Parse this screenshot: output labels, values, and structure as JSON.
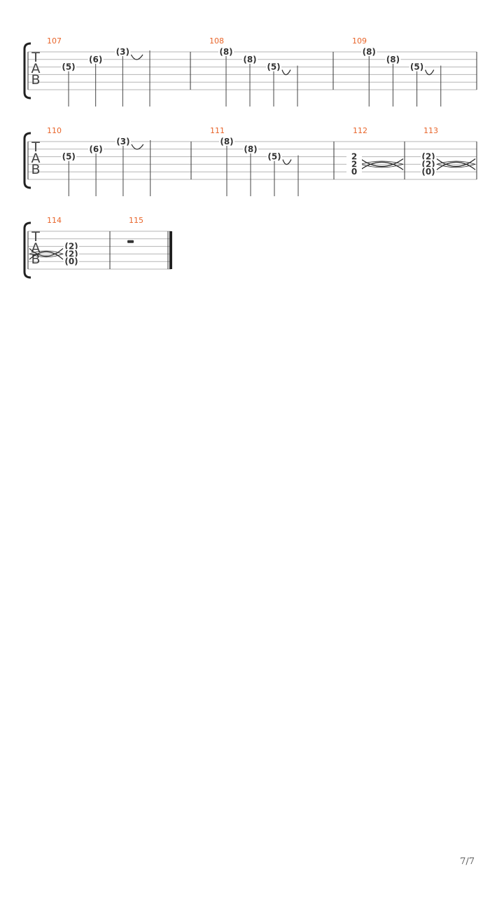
{
  "page": {
    "number": "7/7"
  },
  "tab_clef": [
    "T",
    "A",
    "B"
  ],
  "measures": [
    {
      "number": "107",
      "notes": [
        {
          "string": 3,
          "fret": "(5)",
          "stem": true
        },
        {
          "string": 2,
          "fret": "(6)",
          "stem": true
        },
        {
          "string": 1,
          "fret": "(3)",
          "stem": true,
          "tie_out": true
        },
        {
          "string": 1,
          "fret": "",
          "stem": true
        }
      ]
    },
    {
      "number": "108",
      "notes": [
        {
          "string": 1,
          "fret": "(8)",
          "stem": true
        },
        {
          "string": 2,
          "fret": "(8)",
          "stem": true
        },
        {
          "string": 3,
          "fret": "(5)",
          "stem": true,
          "tie_out": true
        },
        {
          "string": 3,
          "fret": "",
          "stem": true
        }
      ]
    },
    {
      "number": "109",
      "notes": [
        {
          "string": 1,
          "fret": "(8)",
          "stem": true
        },
        {
          "string": 2,
          "fret": "(8)",
          "stem": true
        },
        {
          "string": 3,
          "fret": "(5)",
          "stem": true,
          "tie_out": true
        },
        {
          "string": 3,
          "fret": "",
          "stem": true
        }
      ]
    },
    {
      "number": "110",
      "notes": [
        {
          "string": 3,
          "fret": "(5)",
          "stem": true
        },
        {
          "string": 2,
          "fret": "(6)",
          "stem": true
        },
        {
          "string": 1,
          "fret": "(3)",
          "stem": true,
          "tie_out": true
        },
        {
          "string": 1,
          "fret": "",
          "stem": true
        }
      ]
    },
    {
      "number": "111",
      "notes": [
        {
          "string": 1,
          "fret": "(8)",
          "stem": true
        },
        {
          "string": 2,
          "fret": "(8)",
          "stem": true
        },
        {
          "string": 3,
          "fret": "(5)",
          "stem": true,
          "tie_out": true
        },
        {
          "string": 3,
          "fret": "",
          "stem": true
        }
      ]
    },
    {
      "number": "112",
      "chord": [
        "2",
        "2",
        "0"
      ],
      "chord_strings": [
        3,
        4,
        5
      ],
      "swell": true
    },
    {
      "number": "113",
      "chord": [
        "(2)",
        "(2)",
        "(0)"
      ],
      "chord_strings": [
        3,
        4,
        5
      ],
      "swell": true
    },
    {
      "number": "114",
      "chord": [
        "(2)",
        "(2)",
        "(0)"
      ],
      "chord_strings": [
        3,
        4,
        5
      ],
      "swell": true
    },
    {
      "number": "115",
      "rest": true,
      "final": true
    }
  ]
}
